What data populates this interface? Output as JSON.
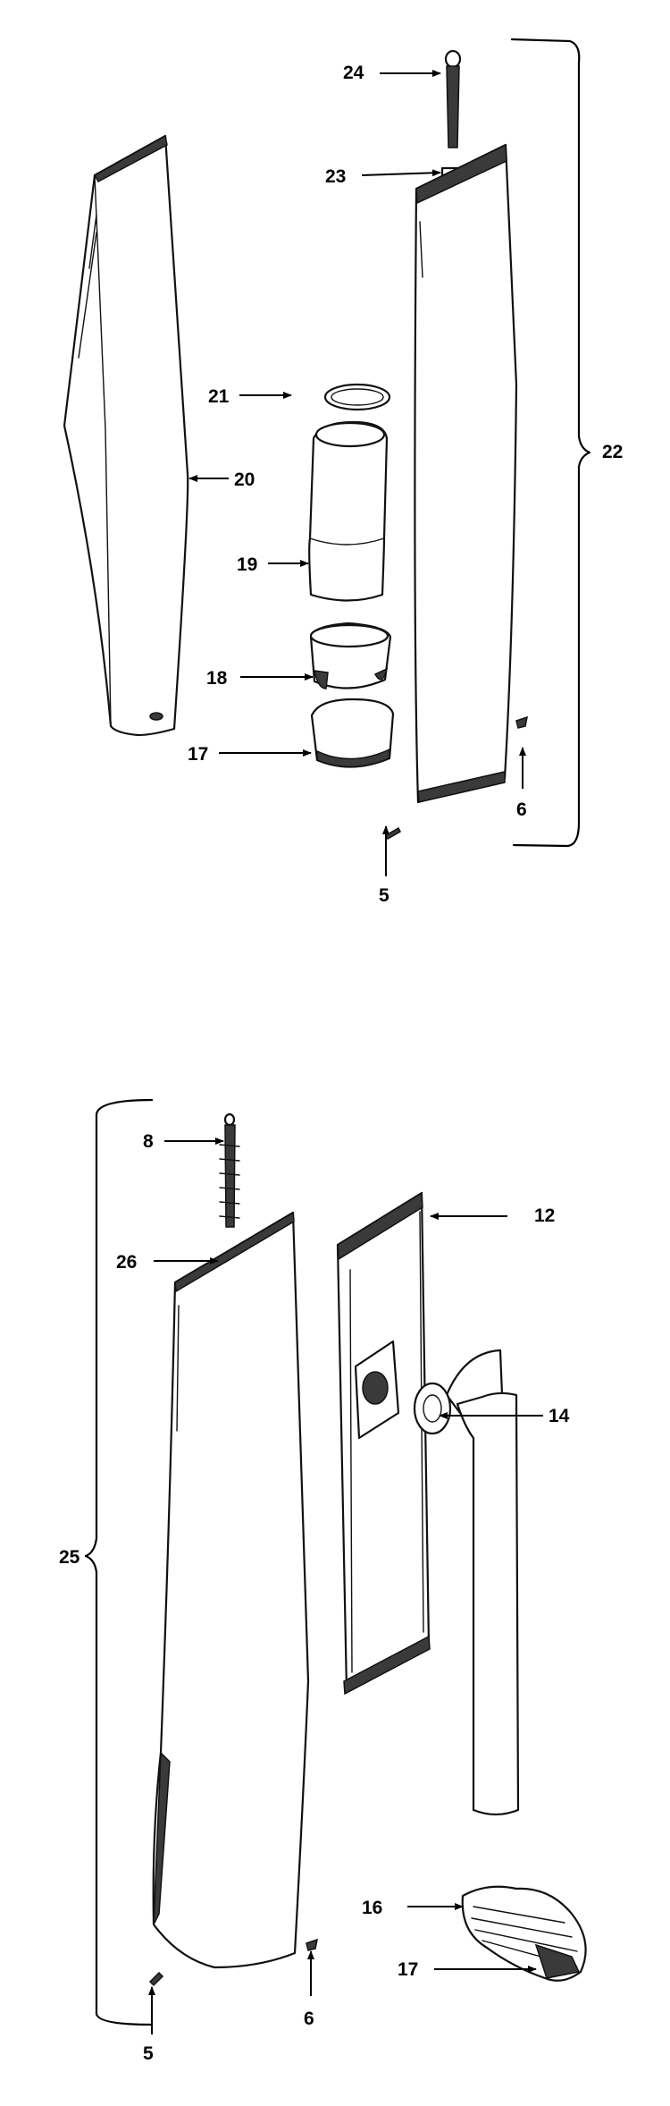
{
  "figure_top": {
    "callouts": {
      "c24": "24",
      "c23": "23",
      "c22": "22",
      "c21": "21",
      "c20": "20",
      "c19": "19",
      "c18": "18",
      "c17": "17",
      "c6": "6",
      "c5": "5"
    }
  },
  "figure_bottom": {
    "callouts": {
      "c8": "8",
      "c12": "12",
      "c26": "26",
      "c14": "14",
      "c25": "25",
      "c16": "16",
      "c17": "17",
      "c6": "6",
      "c5": "5"
    }
  },
  "colors": {
    "ink": "#111111",
    "background": "#ffffff"
  }
}
